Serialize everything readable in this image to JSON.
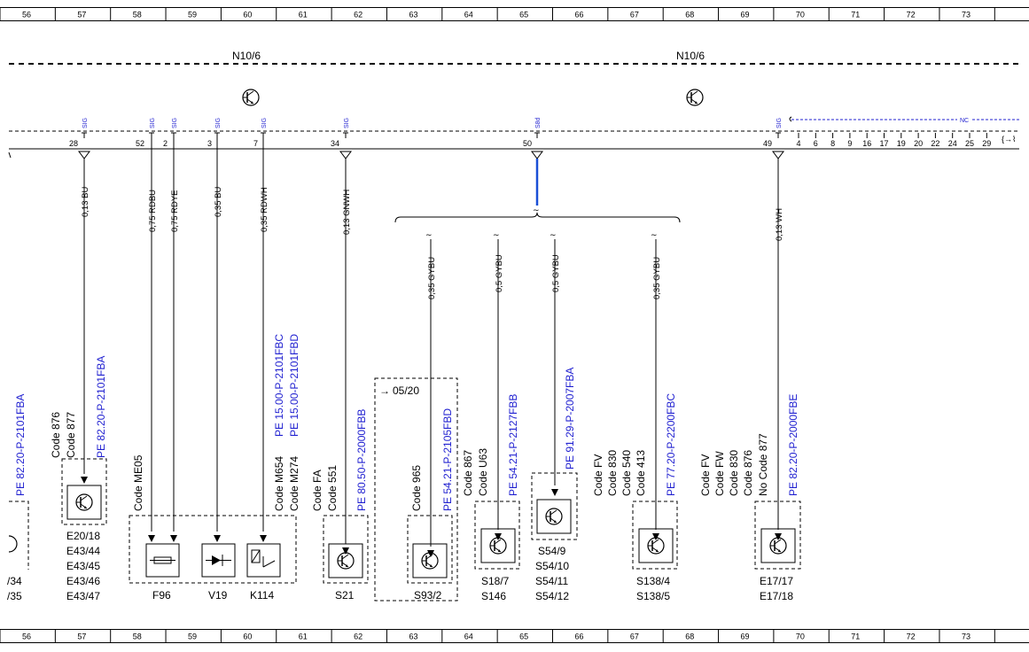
{
  "ruler": [
    "56",
    "57",
    "58",
    "59",
    "60",
    "61",
    "62",
    "63",
    "64",
    "65",
    "66",
    "67",
    "68",
    "69",
    "70",
    "71",
    "72",
    "73"
  ],
  "control_units": [
    "N10/6",
    "N10/6"
  ],
  "signal_tag": "SIG",
  "signal_tag_s8d": "S8d",
  "nc_label": "NC",
  "pins": {
    "p28": "28",
    "p52": "52",
    "p2": "2",
    "p3": "3",
    "p7": "7",
    "p34": "34",
    "p50": "50",
    "p49": "49",
    "nc": [
      "4",
      "6",
      "8",
      "9",
      "16",
      "17",
      "19",
      "20",
      "22",
      "24",
      "25",
      "29"
    ]
  },
  "wires": {
    "w_bu_013": "0,13 BU",
    "w_rdbu": "0,75 RDBU",
    "w_rdye": "0,75 RDYE",
    "w_bu_035": "0,35 BU",
    "w_rdwh": "0,35 RDWH",
    "w_gnwh": "0,13 GNWH",
    "w_gybu_1": "0,35 GYBU",
    "w_gybu_2": "0,5 GYBU",
    "w_gybu_3": "0,5 GYBU",
    "w_gybu_4": "0,35 GYBU",
    "w_wh": "0,13 WH"
  },
  "left_edge": {
    "pe": "PE 82.20-P-2101FBA",
    "c1": "/34",
    "c2": "/35"
  },
  "e20": {
    "pe": "PE 82.20-P-2101FBA",
    "code1": "Code 876",
    "code2": "Code 877",
    "comps": [
      "E20/18",
      "E43/44",
      "E43/45",
      "E43/46",
      "E43/47"
    ]
  },
  "group_f96": {
    "code": "Code ME05",
    "code_m1": "Code M654",
    "code_m2": "Code M274",
    "pe1": "PE 15.00-P-2101FBC",
    "pe2": "PE 15.00-P-2101FBD",
    "f96": "F96",
    "v19": "V19",
    "k114": "K114"
  },
  "s21": {
    "code1": "Code FA",
    "code2": "Code 551",
    "pe": "PE 80.50-P-2000FBB",
    "comp": "S21"
  },
  "s93": {
    "ref": "05/20",
    "code": "Code 965",
    "pe": "PE 54.21-P-2105FBD",
    "comp": "S93/2"
  },
  "s18": {
    "code1": "Code 867",
    "code2": "Code U63",
    "pe": "PE 54.21-P-2127FBB",
    "comps": [
      "S18/7",
      "S146"
    ]
  },
  "s54": {
    "pe": "PE 91.29-P-2007FBA",
    "comps": [
      "S54/9",
      "S54/10",
      "S54/11",
      "S54/12"
    ]
  },
  "s138": {
    "codes": [
      "Code FV",
      "Code 830",
      "Code 540",
      "Code 413"
    ],
    "pe": "PE 77.20-P-2200FBC",
    "comps": [
      "S138/4",
      "S138/5"
    ]
  },
  "e17": {
    "codes": [
      "Code FV",
      "Code FW",
      "Code 830",
      "Code 876",
      "No Code 877"
    ],
    "pe": "PE 82.20-P-2000FBE",
    "comps": [
      "E17/17",
      "E17/18"
    ]
  },
  "colors": {
    "link_blue": "#1f1fd0",
    "wire_blue": "#1a4fd6",
    "line": "#000000"
  }
}
